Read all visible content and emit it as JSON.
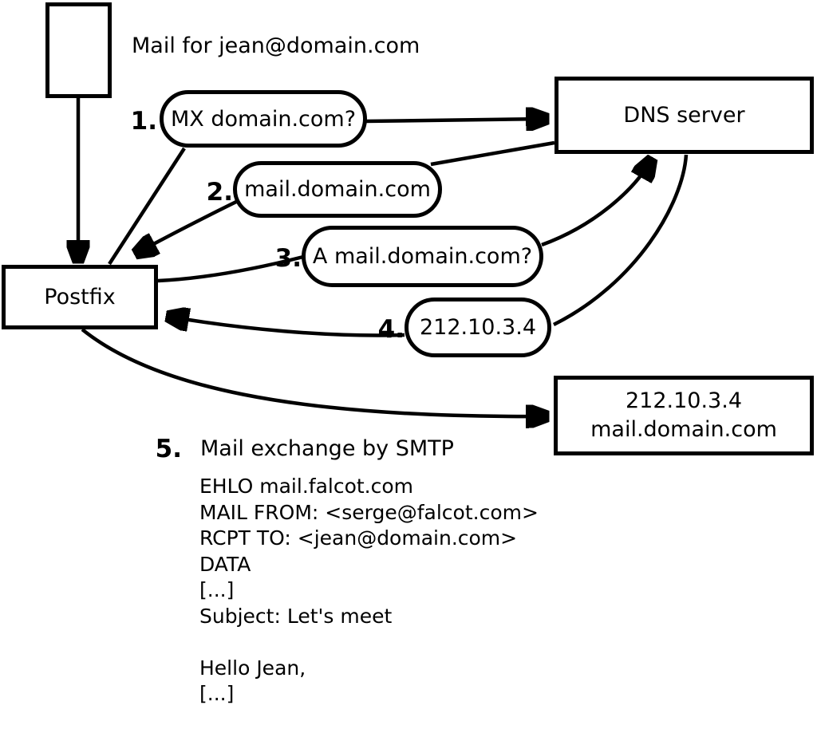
{
  "colors": {
    "ink": "#000000",
    "background": "#ffffff"
  },
  "heading": "Mail for jean@domain.com",
  "nodes": {
    "postfix": "Postfix",
    "dns": "DNS server",
    "mail_server_ip": "212.10.3.4",
    "mail_server_hostname": "mail.domain.com"
  },
  "steps": [
    {
      "number": "1.",
      "label": "MX domain.com?",
      "from": "Postfix",
      "to": "DNS server"
    },
    {
      "number": "2.",
      "label": "mail.domain.com",
      "from": "DNS server",
      "to": "Postfix"
    },
    {
      "number": "3.",
      "label": "A mail.domain.com?",
      "from": "Postfix",
      "to": "DNS server"
    },
    {
      "number": "4.",
      "label": "212.10.3.4",
      "from": "DNS server",
      "to": "Postfix"
    },
    {
      "number": "5.",
      "label": "Mail exchange by SMTP",
      "from": "Postfix",
      "to": "212.10.3.4 mail.domain.com"
    }
  ],
  "smtp_session": "EHLO mail.falcot.com\nMAIL FROM: <serge@falcot.com>\nRCPT TO: <jean@domain.com>\nDATA\n[...]\nSubject: Let's meet\n\nHello Jean,\n[...]\n\n."
}
